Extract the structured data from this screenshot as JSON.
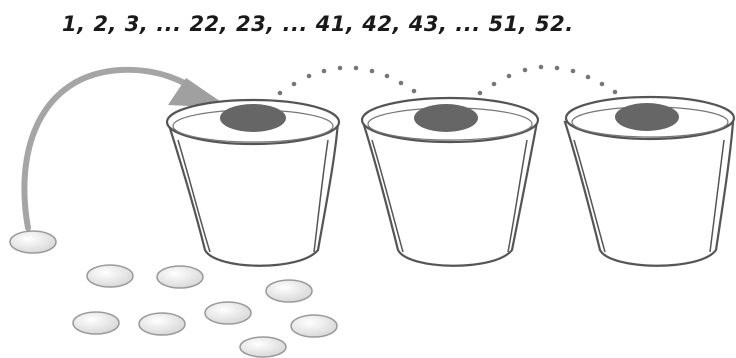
{
  "sequence": {
    "text": "1, 2, 3, ... 22, 23, ... 41, 42, 43, ... 51, 52."
  },
  "colors": {
    "outline": "#555555",
    "hole": "#666666",
    "arrow": "#a5a5a5",
    "dots": "#777777",
    "stone_fill": "#ececec",
    "stone_edge": "#9a9a9a"
  },
  "pots": [
    {
      "name": "pot-1"
    },
    {
      "name": "pot-2"
    },
    {
      "name": "pot-3"
    }
  ],
  "stones": [
    {
      "name": "stone-1"
    },
    {
      "name": "stone-2"
    },
    {
      "name": "stone-3"
    },
    {
      "name": "stone-4"
    },
    {
      "name": "stone-5"
    },
    {
      "name": "stone-6"
    },
    {
      "name": "stone-7"
    },
    {
      "name": "stone-8"
    },
    {
      "name": "stone-9"
    }
  ]
}
